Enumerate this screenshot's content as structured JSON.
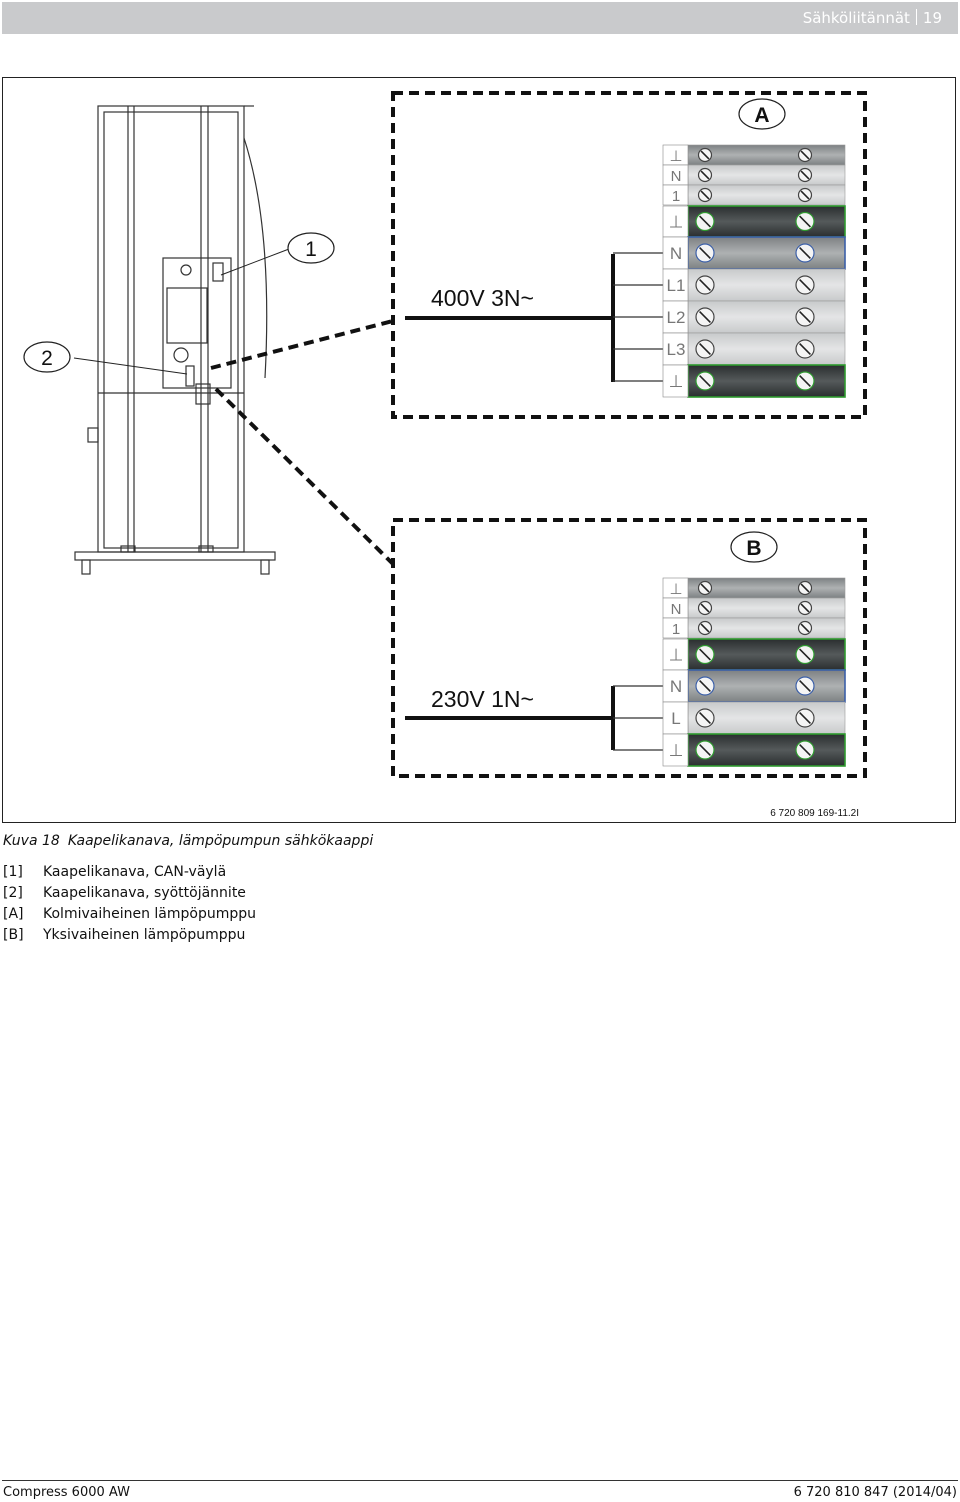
{
  "header": {
    "section_title": "Sähköliitännät",
    "page_number": "19"
  },
  "figure": {
    "callout_1": "1",
    "callout_2": "2",
    "callout_A": "A",
    "callout_B": "B",
    "voltage_A": "400V 3N~",
    "voltage_B": "230V 1N~",
    "terminals_A": [
      "⊥",
      "N",
      "1",
      "⊥",
      "N",
      "L1",
      "L2",
      "L3",
      "⊥"
    ],
    "terminals_B": [
      "⊥",
      "N",
      "1",
      "⊥",
      "N",
      "L",
      "⊥"
    ],
    "code": "6 720 809 169-11.2I"
  },
  "caption": {
    "label": "Kuva 18",
    "text": "Kaapelikanava, lämpöpumpun sähkökaappi"
  },
  "legend": [
    {
      "key": "[1]",
      "text": "Kaapelikanava, CAN-väylä"
    },
    {
      "key": "[2]",
      "text": "Kaapelikanava, syöttöjännite"
    },
    {
      "key": "[A]",
      "text": "Kolmivaiheinen lämpöpumppu"
    },
    {
      "key": "[B]",
      "text": "Yksivaiheinen lämpöpumppu"
    }
  ],
  "footer": {
    "left": "Compress 6000 AW",
    "right": "6 720 810 847 (2014/04)"
  }
}
